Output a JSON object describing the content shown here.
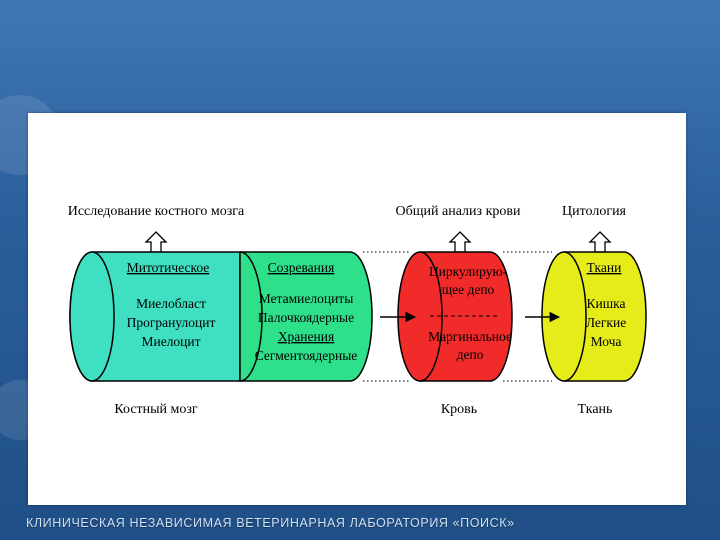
{
  "diagram": {
    "top_labels": {
      "bone_marrow_exam": "Исследование костного мозга",
      "cbc": "Общий анализ крови",
      "cytology": "Цитология"
    },
    "teal_cylinder": {
      "heading": "Митотическое",
      "items": [
        "Миелобласт",
        "Програнулоцит",
        "Миелоцит"
      ]
    },
    "green_cylinder": {
      "heading": "Созревания",
      "items": [
        "Метамиелоциты",
        "Палочкоядерные"
      ],
      "heading2": "Хранения",
      "items2": [
        "Сегментоядерные"
      ]
    },
    "red_cylinder": {
      "top": [
        "Циркулирую-",
        "щее депо"
      ],
      "bottom": [
        "Маргинальное",
        "депо"
      ]
    },
    "yellow_cylinder": {
      "heading": "Ткани",
      "items": [
        "Кишка",
        "Легкие",
        "Моча"
      ]
    },
    "bottom_labels": {
      "bone_marrow": "Костный мозг",
      "blood": "Кровь",
      "tissue": "Ткань"
    },
    "colors": {
      "teal": "#3fe0c2",
      "green": "#2fe08a",
      "red": "#f12a2a",
      "yellow": "#e6ec1a"
    }
  },
  "footer": {
    "text": "КЛИНИЧЕСКАЯ НЕЗАВИСИМАЯ ВЕТЕРИНАРНАЯ ЛАБОРАТОРИЯ «ПОИСК»"
  }
}
